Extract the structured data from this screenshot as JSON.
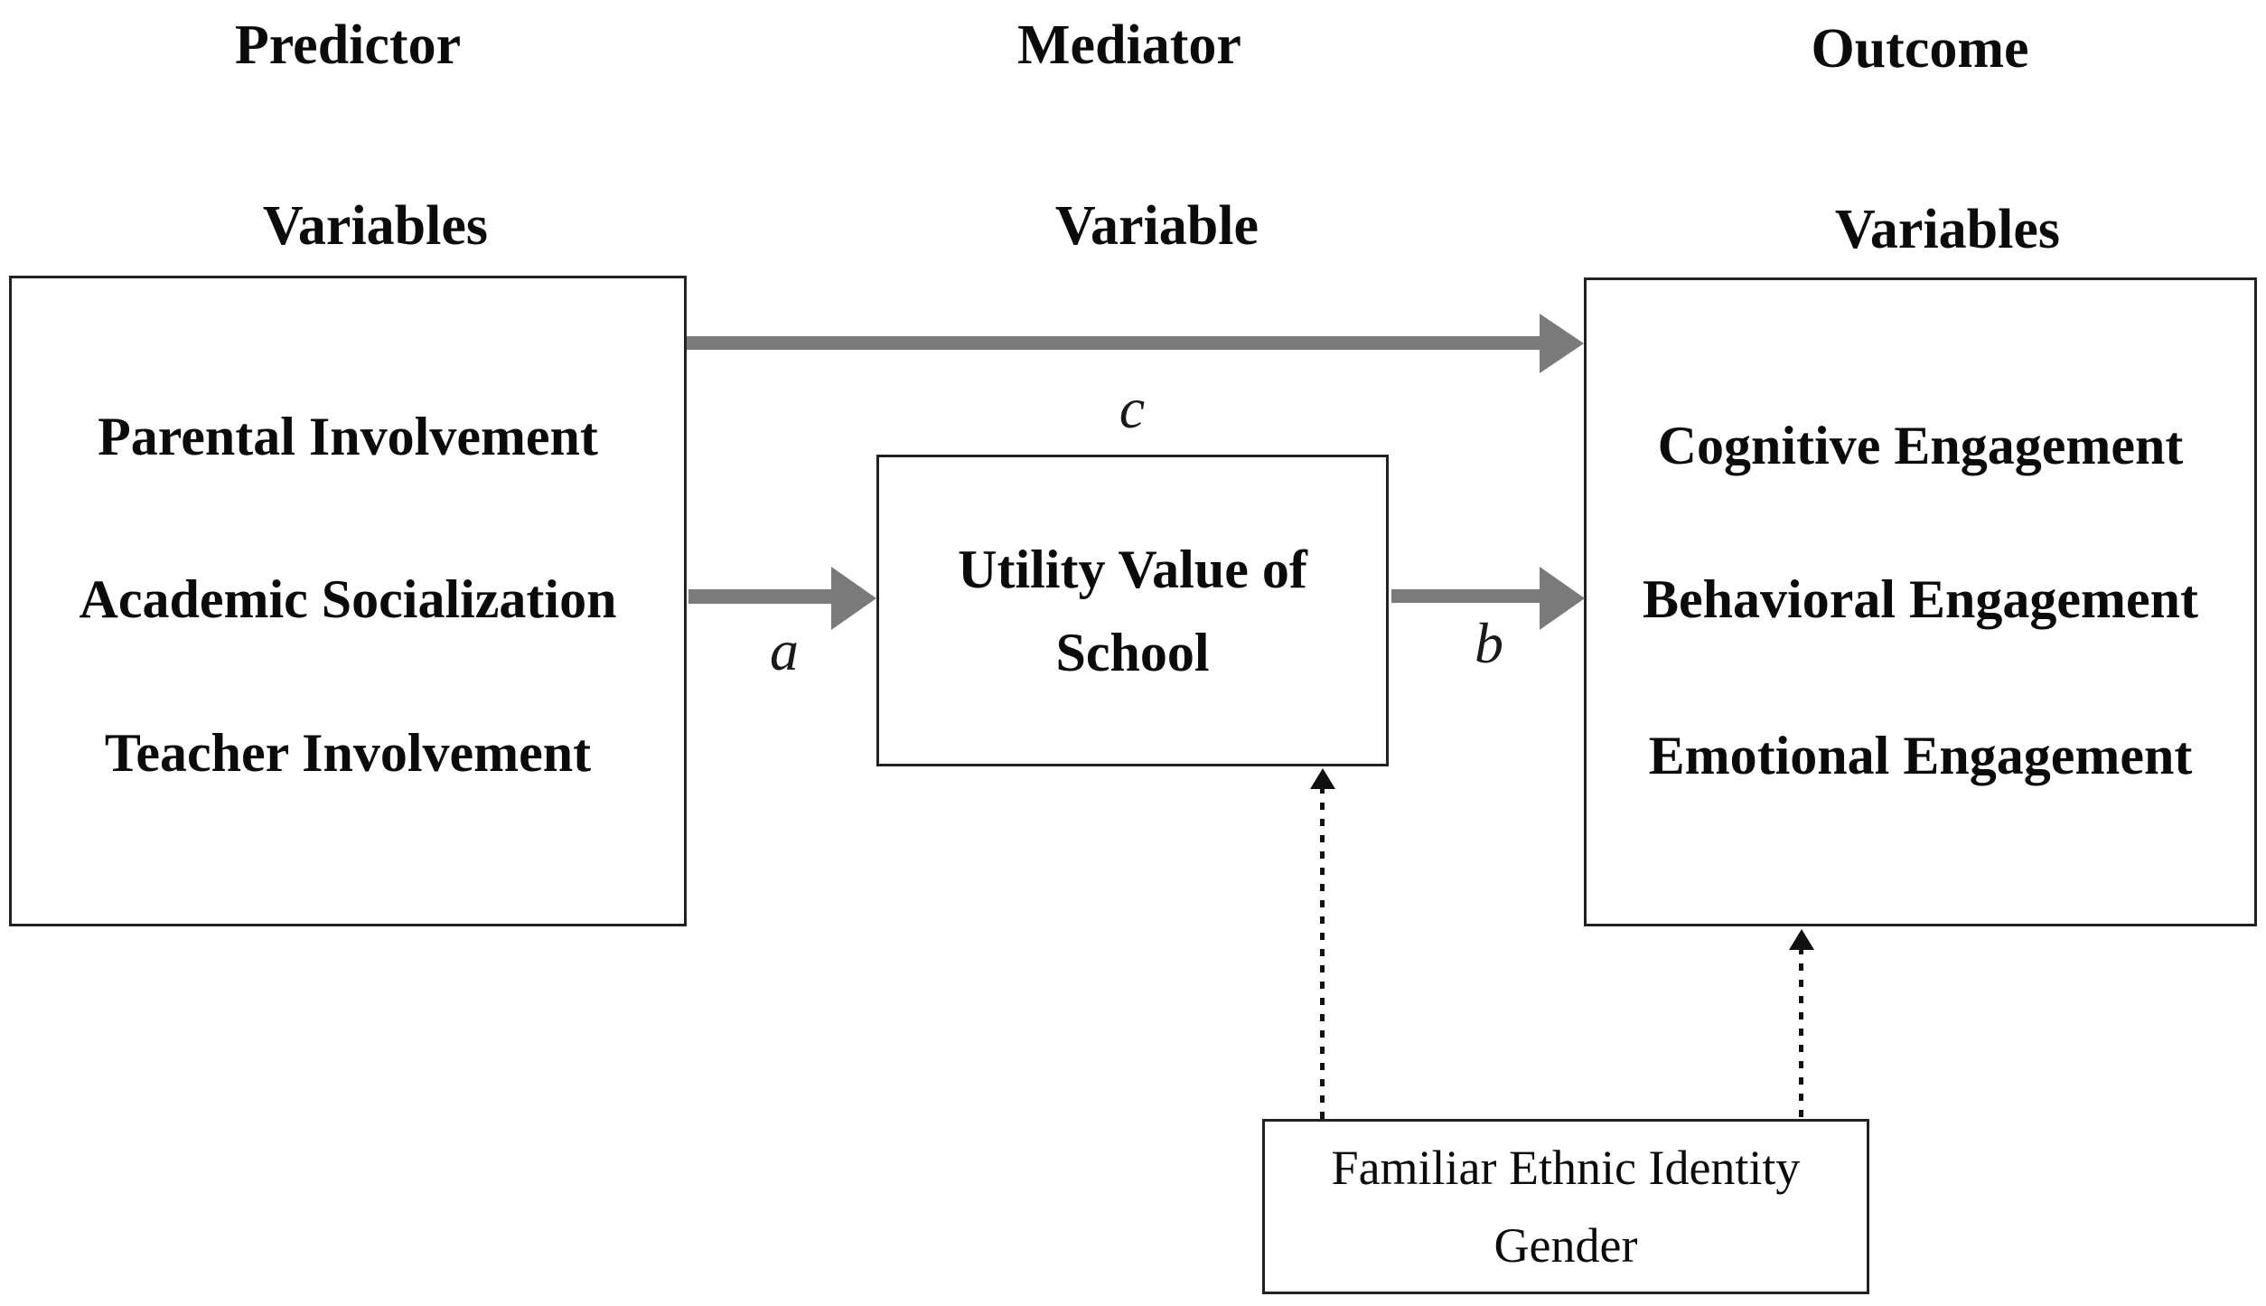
{
  "diagram": {
    "columns": [
      {
        "name": "predictor",
        "lines": [
          "Predictor",
          "Variables"
        ]
      },
      {
        "name": "mediator",
        "lines": [
          "Mediator",
          "Variable"
        ]
      },
      {
        "name": "outcome",
        "lines": [
          "Outcome",
          "Variables"
        ]
      }
    ],
    "predictor_box": {
      "items": [
        "Parental Involvement",
        "Academic Socialization",
        "Teacher Involvement"
      ]
    },
    "mediator_box": {
      "lines": [
        "Utility Value of",
        "School"
      ]
    },
    "outcome_box": {
      "items": [
        "Cognitive Engagement",
        "Behavioral Engagement",
        "Emotional Engagement"
      ]
    },
    "moderator_box": {
      "lines": [
        "Familiar Ethnic Identity",
        "Gender"
      ]
    },
    "paths": {
      "a": {
        "label": "a"
      },
      "b": {
        "label": "b"
      },
      "c": {
        "label": "c"
      }
    },
    "colors": {
      "solid_arrow": "#7a7a7a",
      "dotted_arrow": "#111111",
      "box_border": "#222222",
      "text": "#0b0b0b",
      "background": "#ffffff"
    }
  }
}
